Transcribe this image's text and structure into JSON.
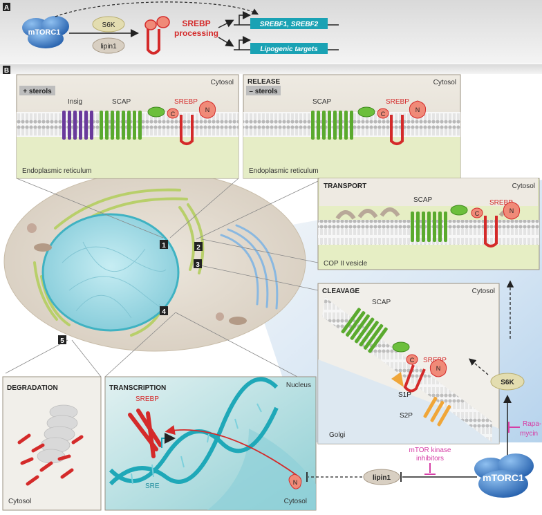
{
  "panel_a": {
    "label": "A",
    "mtorc1": "mTORC1",
    "s6k": "S6K",
    "lipin1": "lipin1",
    "srebp_processing_l1": "SREBP",
    "srebp_processing_l2": "processing",
    "target1": "SREBF1, SREBF2",
    "target2": "Lipogenic targets"
  },
  "panel_b": {
    "label": "B",
    "box1": {
      "state": "+ sterols",
      "location": "Cytosol",
      "insig": "Insig",
      "scap": "SCAP",
      "srebp": "SREBP",
      "c": "C",
      "n": "N",
      "bottom": "Endoplasmic reticulum"
    },
    "box2": {
      "title": "RELEASE",
      "state": "– sterols",
      "location": "Cytosol",
      "scap": "SCAP",
      "srebp": "SREBP",
      "c": "C",
      "n": "N",
      "bottom": "Endoplasmic reticulum"
    },
    "transport": {
      "title": "TRANSPORT",
      "location": "Cytosol",
      "scap": "SCAP",
      "srebp": "SREBP",
      "c": "C",
      "n": "N",
      "bottom": "COP II vesicle"
    },
    "cleavage": {
      "title": "CLEAVAGE",
      "location": "Cytosol",
      "scap": "SCAP",
      "srebp": "SREBP",
      "c": "C",
      "n": "N",
      "s1p": "S1P",
      "s2p": "S2P",
      "bottom": "Golgi"
    },
    "degradation": {
      "title": "DEGRADATION",
      "bottom": "Cytosol"
    },
    "transcription": {
      "title": "TRANSCRIPTION",
      "location": "Nucleus",
      "srebp": "SREBP",
      "sre": "SRE",
      "n": "N",
      "bottom": "Cytosol"
    },
    "markers": [
      "1",
      "2",
      "3",
      "4",
      "5"
    ],
    "s6k": "S6K",
    "rapamycin_l1": "Rapa-",
    "rapamycin_l2": "mycin",
    "mtor_inhib_l1": "mTOR kinase",
    "mtor_inhib_l2": "inhibitors",
    "lipin1": "lipin1",
    "mtorc1": "mTORC1"
  },
  "colors": {
    "srebp_red": "#d42a2a",
    "scap_green": "#5aaa2e",
    "insig_purple": "#6a3a9c",
    "teal_box": "#1aa2b4",
    "inhibitor_magenta": "#d63fa6",
    "mtorc1_blue": "#2f6fc2"
  }
}
